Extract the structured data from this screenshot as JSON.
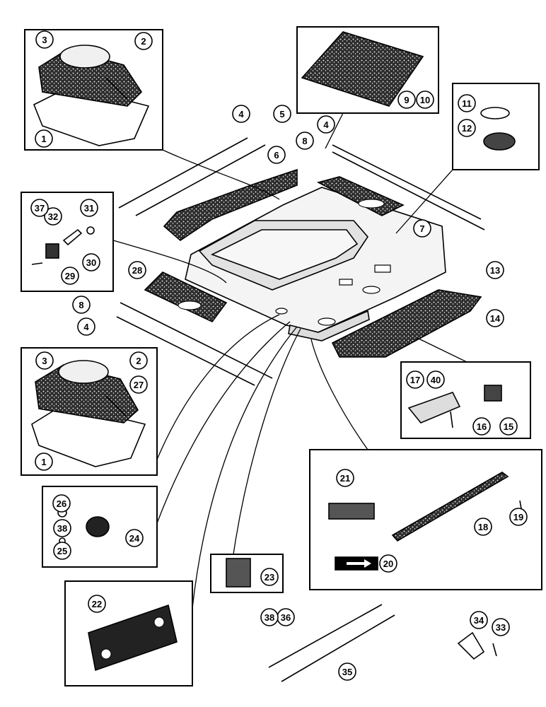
{
  "diagram": {
    "callouts": [
      "1",
      "2",
      "3",
      "4",
      "5",
      "6",
      "7",
      "8",
      "9",
      "10",
      "11",
      "12",
      "13",
      "14",
      "15",
      "16",
      "17",
      "18",
      "19",
      "20",
      "21",
      "22",
      "23",
      "24",
      "25",
      "26",
      "27",
      "28",
      "29",
      "30",
      "31",
      "32",
      "33",
      "34",
      "35",
      "36",
      "37",
      "38",
      "40"
    ],
    "colors": {
      "ink": "#000000",
      "paper": "#ffffff",
      "insulation": "#3a3a3a",
      "roof": "#e8e8e8"
    }
  }
}
